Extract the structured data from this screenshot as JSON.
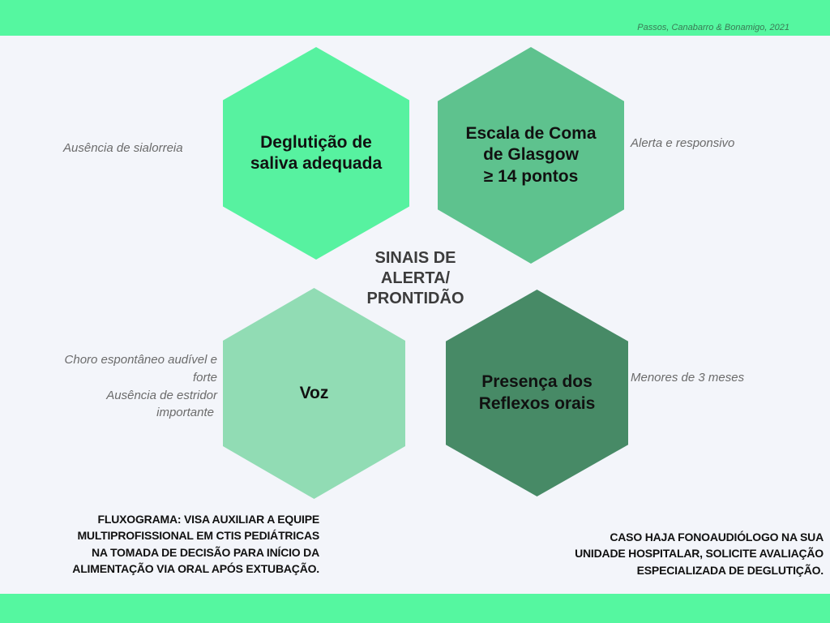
{
  "credit": "Passos, Canabarro & Bonamigo, 2021",
  "center_title": [
    "SINAIS DE",
    "ALERTA/",
    "PRONTIDÃO"
  ],
  "hexagons": [
    {
      "label": [
        "Deglutição de",
        "saliva adequada"
      ],
      "color": "#57f2a0",
      "note": [
        "Ausência de sialorreia"
      ]
    },
    {
      "label": [
        "Escala de Coma",
        "de Glasgow",
        "≥ 14 pontos"
      ],
      "color": "#5ec28e",
      "note": [
        "Alerta e responsivo"
      ]
    },
    {
      "label": [
        "Voz"
      ],
      "color": "#91dcb4",
      "note": [
        "Choro espontâneo audível e",
        "forte",
        "Ausência de estridor",
        "importante"
      ]
    },
    {
      "label": [
        "Presença dos",
        "Reflexos orais"
      ],
      "color": "#478a66",
      "note": [
        "Menores de 3 meses"
      ]
    }
  ],
  "footer_left": [
    "FLUXOGRAMA: VISA AUXILIAR A EQUIPE",
    "MULTIPROFISSIONAL EM CTIS PEDIÁTRICAS",
    "NA TOMADA DE DECISÃO PARA INÍCIO DA",
    "ALIMENTAÇÃO VIA ORAL APÓS EXTUBAÇÃO."
  ],
  "footer_right": [
    "CASO HAJA FONOAUDIÓLOGO NA SUA",
    "UNIDADE HOSPITALAR, SOLICITE AVALIAÇÃO",
    "ESPECIALIZADA DE DEGLUTIÇÃO."
  ]
}
